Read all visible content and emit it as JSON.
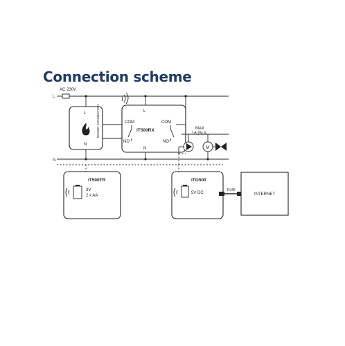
{
  "title": "Connection scheme",
  "supply": {
    "line_label": "L",
    "voltage": "AC 230V",
    "neutral_label": "N"
  },
  "boiler": {
    "l_label": "L",
    "n_label": "N",
    "side_text": "BOILER CONNECTION"
  },
  "receiver": {
    "name": "iT500RX",
    "l_label": "L",
    "n_label": "N",
    "com_left": "COM",
    "no_left": "NO",
    "com_right": "COM",
    "no_right": "NO"
  },
  "load": {
    "max_label": "MAX",
    "rating": "16 (5) A",
    "motor_label": "M"
  },
  "thermostat": {
    "name": "iT500TR",
    "power_line1": "3V",
    "power_line2": "2 x AA"
  },
  "gateway": {
    "name": "iTG500",
    "power": "5V DC",
    "port": "RJ45"
  },
  "internet": {
    "label": "INTERNET"
  },
  "colors": {
    "title": "#1f3a64",
    "line": "#222222"
  }
}
